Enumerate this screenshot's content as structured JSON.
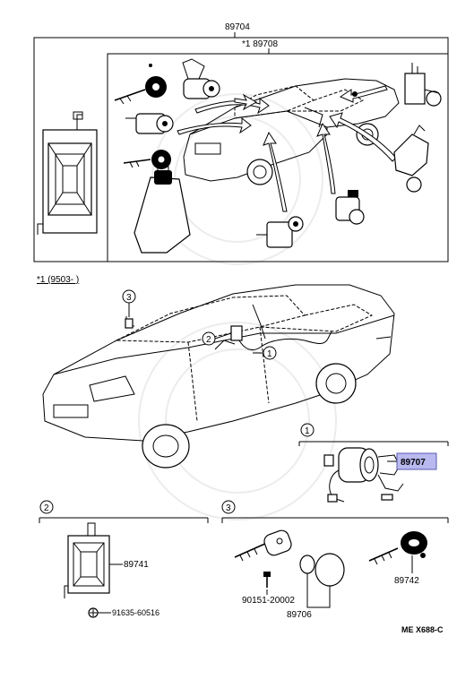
{
  "labels": {
    "top_part": "89704",
    "inner_part": "*1 89708",
    "footnote": "*1 (9503-    )",
    "part_89707": "89707",
    "part_89741": "89741",
    "part_91635": "91635-60516",
    "part_90151": "90151-20002",
    "part_89706": "89706",
    "part_89742": "89742",
    "ref_code": "ME X688-C"
  },
  "callouts": {
    "c1": "1",
    "c2": "2",
    "c3": "3",
    "s1": "1",
    "s2": "2",
    "s3": "3"
  },
  "colors": {
    "highlight": "#b9b9f0",
    "line": "#000000",
    "watermark": "#ececec"
  }
}
